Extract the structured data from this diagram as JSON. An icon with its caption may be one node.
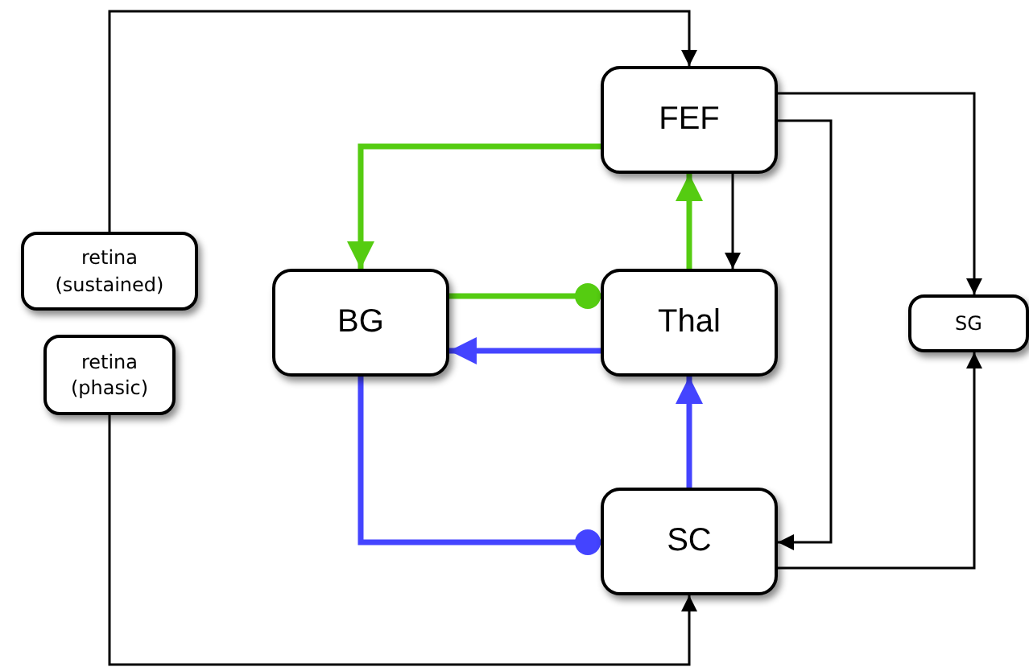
{
  "diagram": {
    "nodes": [
      {
        "text": [
          "FEF"
        ]
      },
      {
        "text": [
          "retina (sustained)"
        ]
      },
      {
        "text": [
          "retina (phasic)"
        ]
      },
      {
        "text": [
          "BG"
        ]
      },
      {
        "text": [
          "Thal"
        ]
      },
      {
        "text": [
          "SG"
        ]
      },
      {
        "text": [
          "SC"
        ]
      }
    ],
    "edges": [
      {
        "from": 1,
        "to": 0,
        "arrow": "to"
      },
      {
        "from": 2,
        "to": 6,
        "arrow": "to"
      },
      {
        "from": 0,
        "to": 3,
        "arrow": "to",
        "style": "thick",
        "color": "#55cc11"
      },
      {
        "from": 0,
        "to": 4,
        "arrow": "to"
      },
      {
        "from": 0,
        "to": 5,
        "arrow": "to"
      },
      {
        "from": 0,
        "to": 6,
        "arrow": "to"
      },
      {
        "from": 4,
        "to": 0,
        "arrow": "to",
        "style": "thick",
        "color": "#55cc11"
      },
      {
        "from": 3,
        "to": 4,
        "arrow": "other",
        "style": "thick",
        "color": "#55cc11"
      },
      {
        "from": 4,
        "to": 3,
        "arrow": "to",
        "style": "thick",
        "color": "#4444ff"
      },
      {
        "from": 3,
        "to": 6,
        "arrow": "other",
        "style": "thick",
        "color": "#4444ff"
      },
      {
        "from": 6,
        "to": 4,
        "arrow": "to",
        "style": "thick",
        "color": "#4444ff"
      },
      {
        "from": 6,
        "to": 5,
        "arrow": "to"
      }
    ]
  }
}
